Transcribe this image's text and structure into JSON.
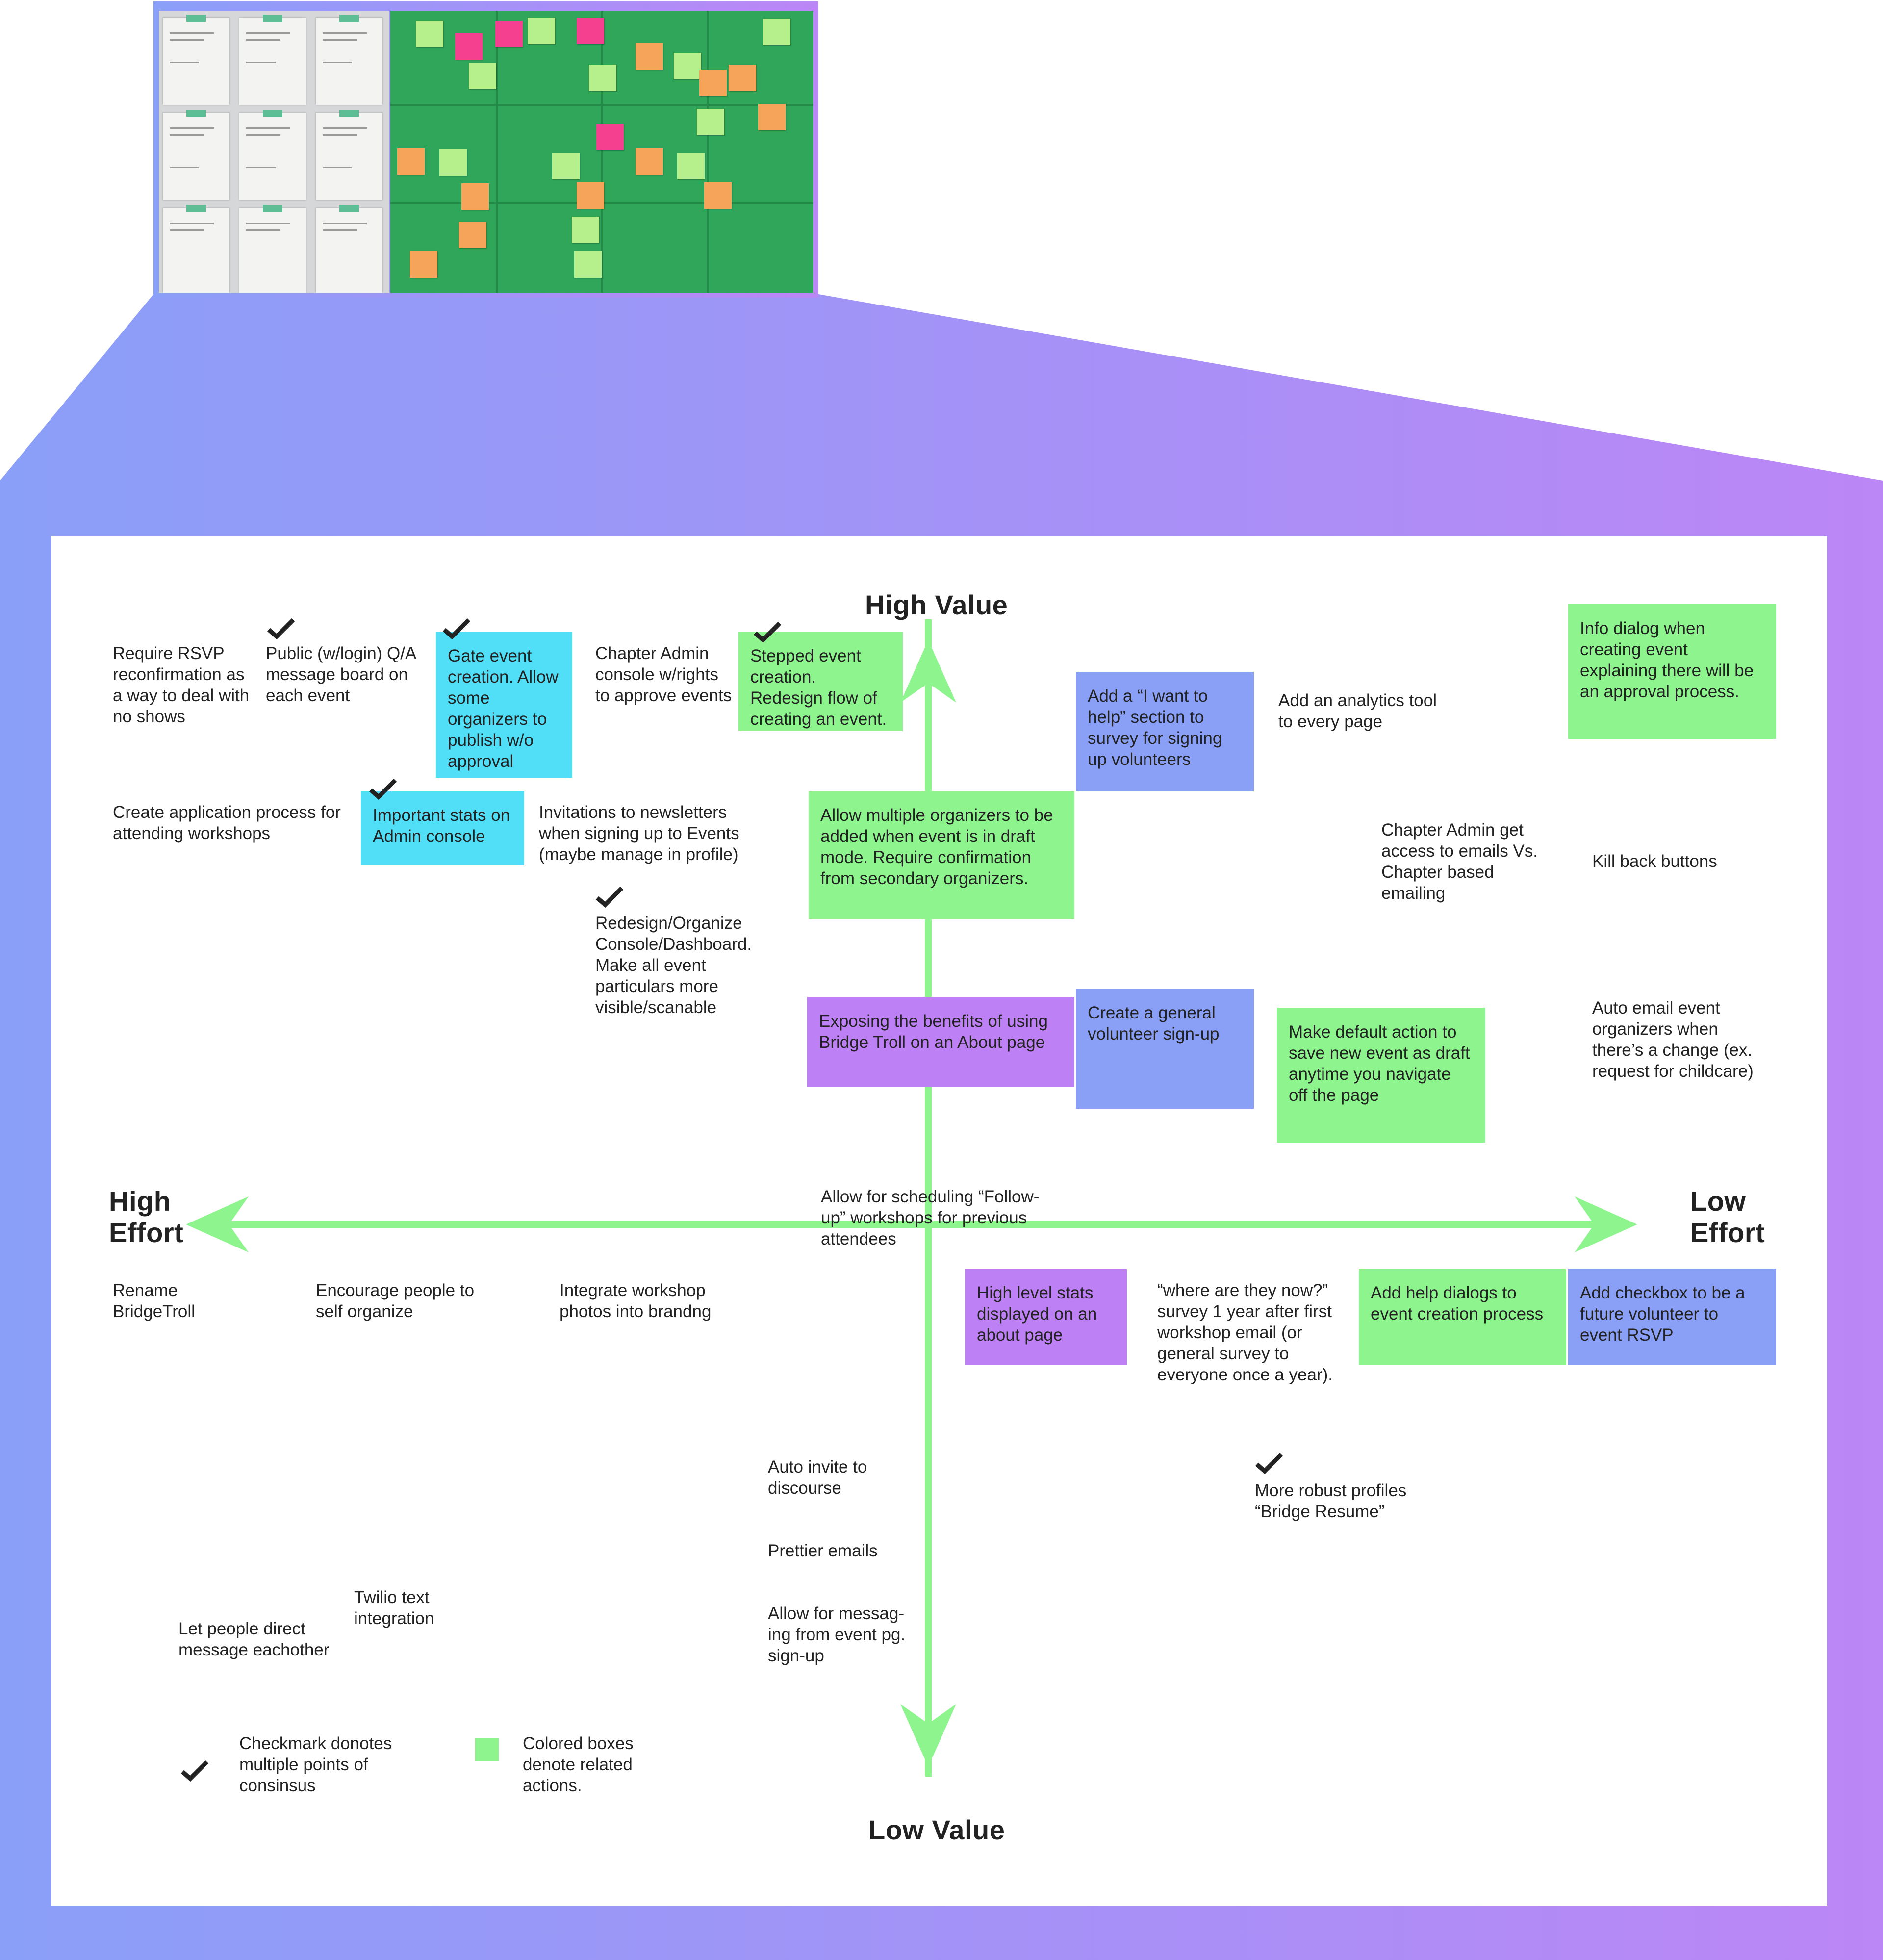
{
  "colors": {
    "gradient_start": "#8a9ff8",
    "gradient_end": "#bb86f6",
    "axis": "#8ef58e",
    "cyan": "#51dff7",
    "green": "#8ef58e",
    "blue": "#8aa0f7",
    "purple": "#be80f5",
    "text": "#222222"
  },
  "axes": {
    "top": "High Value",
    "bottom": "Low Value",
    "left": "High Effort",
    "right": "Low Effort"
  },
  "notes": {
    "n1": "Require RSVP reconfirmation as a way to deal with no shows",
    "n2": "Public (w/login) Q/A message board on each event",
    "n3": "Gate event creation. Allow some organizers to publish w/o approval",
    "n4": "Chapter Admin console w/rights to approve events",
    "n5": "Stepped event creation. Redesign flow of creating an event.",
    "n6": "Add a “I want to help” section to survey for signing up volunteers",
    "n7": "Add an analytics tool to every page",
    "n8": "Info dialog when creating event explaining there will be an approval process.",
    "n9": "Create application process for attending workshops",
    "n10": "Important stats on Admin console",
    "n11": "Invitations to newsletters when signing up to Events (maybe manage in profile)",
    "n12": "Allow multiple organizers to be added when event is in draft mode. Require confirmation from secondary organizers.",
    "n13": "Chapter Admin get access to emails Vs. Chapter based emailing",
    "n14": "Kill back buttons",
    "n15": "Redesign/Organize Console/Dashboard. Make all event particulars more visible/scanable",
    "n16": "Exposing the benefits of using Bridge Troll on an About page",
    "n17": "Create a general volunteer sign-up",
    "n18": "Make default action to save new event as draft anytime you navigate off the page",
    "n19": "Auto email event organizers when there’s a change (ex. request for childcare)",
    "n20": "Allow for scheduling “Follow-up” workshops for previous attendees",
    "n21": "Rename BridgeTroll",
    "n22": "Encourage people to self organize",
    "n23": "Integrate workshop photos into brandng",
    "n24": "High level stats displayed on an about page",
    "n25": "“where are they now?” survey 1 year after first workshop email (or general survey to everyone once a year).",
    "n26": "Add help dialogs to event creation process",
    "n27": "Add checkbox to be a future volunteer to event RSVP",
    "n28": "Auto invite to discourse",
    "n29": "More robust profiles “Bridge Resume”",
    "n30": "Prettier emails",
    "n31": "Twilio text integration",
    "n32": "Let people direct message eachother",
    "n33": "Allow for messag-ing from event pg. sign-up"
  },
  "legend": {
    "checkmark": "Checkmark donotes multiple points of consinsus",
    "colored": "Colored boxes denote related actions."
  }
}
